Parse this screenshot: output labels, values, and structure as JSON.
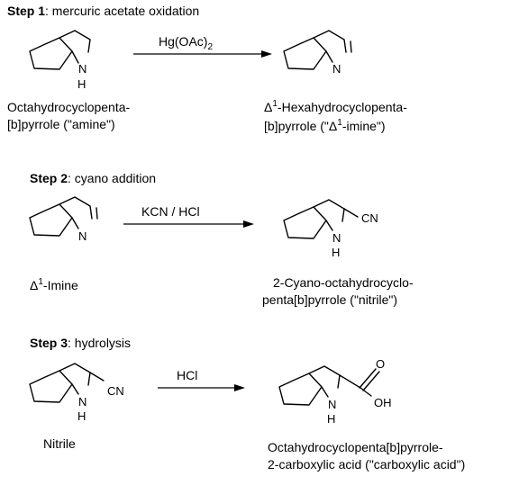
{
  "steps": [
    {
      "heading": "Step 1",
      "subtitle": ": mercuric acetate oxidation",
      "reagent": "Hg(OAc)2",
      "reagent_main": "Hg(OAc)",
      "reagent_sub": "2",
      "start_label": [
        "Octahydrocyclopenta-",
        "[b]pyrrole (\"amine\")"
      ],
      "product_label": [
        "Δ1-Hexahydrocyclopenta-",
        "[b]pyrrole (\"Δ1-imine\")"
      ],
      "product_label_parts": {
        "line1_delta": "Δ",
        "line1_sup": "1",
        "line1_rest": "-Hexahydrocyclopenta-",
        "line2_pre": "[b]pyrrole (\"",
        "line2_delta": "Δ",
        "line2_sup": "1",
        "line2_rest": "-imine\")"
      }
    },
    {
      "heading": "Step 2",
      "subtitle": ": cyano addition",
      "reagent": "KCN / HCl",
      "start_label": [
        "Δ1-Imine"
      ],
      "start_label_parts": {
        "delta": "Δ",
        "sup": "1",
        "rest": "-Imine"
      },
      "product_label": [
        "2-Cyano-octahydrocyclo-",
        "penta[b]pyrrole (\"nitrile\")"
      ]
    },
    {
      "heading": "Step 3",
      "subtitle": ": hydrolysis",
      "reagent": "HCl",
      "start_label": [
        "Nitrile"
      ],
      "product_label": [
        "Octahydrocyclopenta[b]pyrrole-",
        "2-carboxylic acid (\"carboxylic acid\")"
      ]
    }
  ],
  "atoms": {
    "N": "N",
    "H": "H",
    "CN": "CN",
    "O": "O",
    "OH": "OH"
  }
}
